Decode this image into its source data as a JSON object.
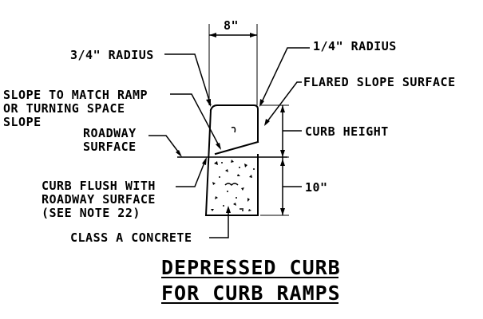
{
  "labels": {
    "width_dim": "8\"",
    "radius_left": "3/4\" RADIUS",
    "radius_right": "1/4\" RADIUS",
    "slope_note_1": "SLOPE TO MATCH RAMP",
    "slope_note_2": "OR TURNING SPACE",
    "slope_note_3": "SLOPE",
    "flared_slope": "FLARED SLOPE SURFACE",
    "roadway_1": "ROADWAY",
    "roadway_2": "SURFACE",
    "curb_height": "CURB HEIGHT",
    "curb_flush_1": "CURB FLUSH WITH",
    "curb_flush_2": "ROADWAY SURFACE",
    "curb_flush_3": "(SEE NOTE 22)",
    "depth_dim": "10\"",
    "concrete": "CLASS A CONCRETE"
  },
  "title": {
    "line1": "DEPRESSED CURB",
    "line2": "FOR CURB RAMPS"
  }
}
